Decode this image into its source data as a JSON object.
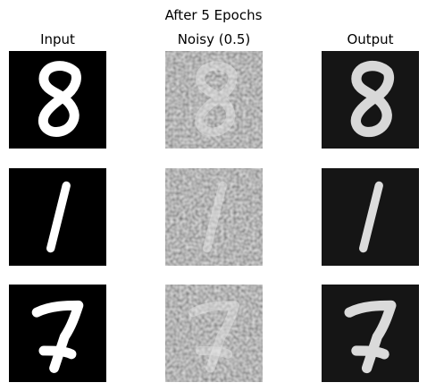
{
  "figure": {
    "title": "After 5 Epochs",
    "columns": [
      "Input",
      "Noisy (0.5)",
      "Output"
    ]
  },
  "rows": [
    {
      "digit": "8"
    },
    {
      "digit": "1"
    },
    {
      "digit": "7"
    }
  ],
  "colors": {
    "clean_background": "#000000",
    "output_background": "#141414",
    "stroke": "#ffffff",
    "noisy_base": "#7a7a7a"
  }
}
